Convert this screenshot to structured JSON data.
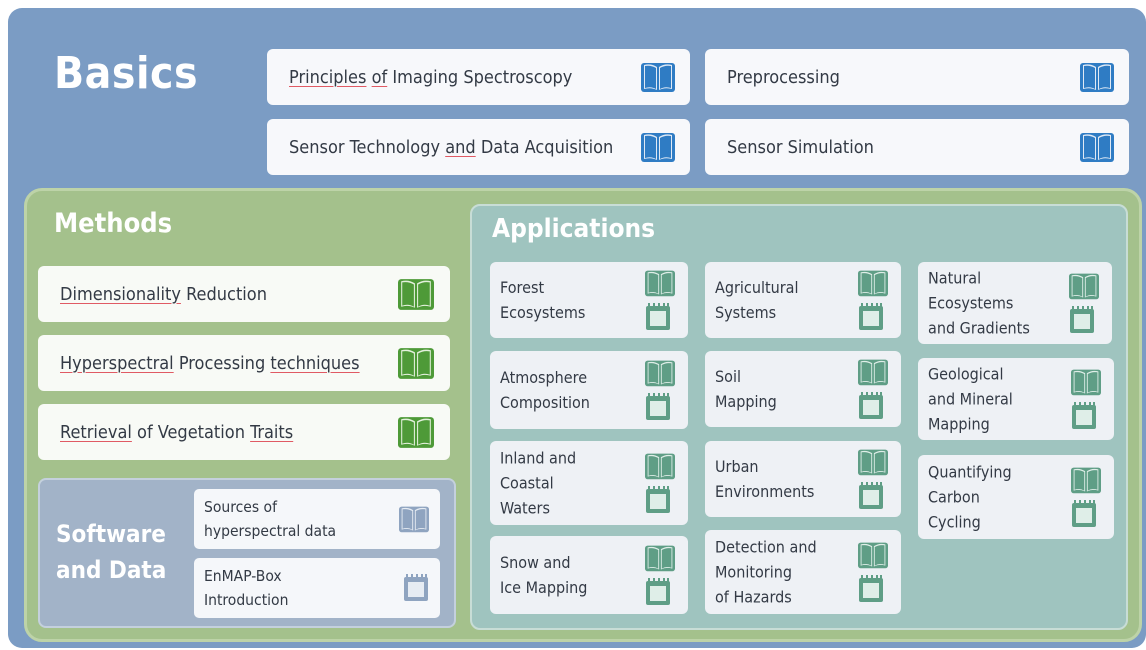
{
  "colors": {
    "basics_panel": "#7b9cc4",
    "methods_panel": "#a4c18c",
    "applications_panel": "#9fc4bf",
    "software_panel": "#a2b3c8",
    "book_blue": "#2f7cc4",
    "book_green": "#4e9a38",
    "book_teal": "#5f9e86",
    "book_grey": "#8fa4c0"
  },
  "basics": {
    "title": "Basics",
    "modules": [
      {
        "pre": "",
        "ul1": "Principles",
        "mid": " ",
        "ul2": "of",
        "post": " Imaging Spectroscopy",
        "icon": "book-icon"
      },
      {
        "pre": "Preprocessing",
        "ul1": "",
        "mid": "",
        "ul2": "",
        "post": "",
        "icon": "book-icon"
      },
      {
        "pre": "Sensor Technology ",
        "ul1": "and",
        "mid": " Data Acquisition",
        "ul2": "",
        "post": "",
        "icon": "book-icon"
      },
      {
        "pre": "Sensor Simulation",
        "ul1": "",
        "mid": "",
        "ul2": "",
        "post": "",
        "icon": "book-icon"
      }
    ]
  },
  "methods": {
    "title": "Methods",
    "modules": [
      {
        "ul1": "Dimensionality",
        "mid": " Reduction",
        "ul2": "",
        "post": "",
        "icon": "book-icon"
      },
      {
        "ul1": "Hyperspectral",
        "mid": " Processing ",
        "ul2": "techniques",
        "post": "",
        "icon": "book-icon"
      },
      {
        "ul1": "Retrieval",
        "mid": " of Vegetation ",
        "ul2": "Traits",
        "post": "",
        "icon": "book-icon"
      }
    ]
  },
  "software": {
    "title_line1": "Software",
    "title_line2": "and Data",
    "modules": [
      {
        "line1": "Sources of",
        "line2": "hyperspectral data",
        "icon": "book-icon"
      },
      {
        "line1": "EnMAP-Box",
        "line2": "Introduction",
        "icon": "notepad-icon"
      }
    ]
  },
  "applications": {
    "title": "Applications",
    "modules": [
      {
        "lines": [
          "Forest",
          "Ecosystems"
        ]
      },
      {
        "lines": [
          "Agricultural",
          "Systems"
        ]
      },
      {
        "lines": [
          "Natural",
          "Ecosystems",
          "and Gradients"
        ]
      },
      {
        "lines": [
          "Atmosphere",
          "Composition"
        ]
      },
      {
        "lines": [
          "Soil",
          "Mapping"
        ]
      },
      {
        "lines": [
          "Geological",
          "and Mineral",
          "Mapping"
        ]
      },
      {
        "lines": [
          "Inland and",
          "Coastal",
          "Waters"
        ]
      },
      {
        "lines": [
          "Urban",
          "Environments"
        ]
      },
      {
        "lines": [
          "Quantifying",
          "Carbon",
          "Cycling"
        ]
      },
      {
        "lines": [
          "Snow and",
          "Ice Mapping"
        ]
      },
      {
        "lines": [
          "Detection and",
          "Monitoring",
          "of Hazards"
        ]
      }
    ]
  }
}
